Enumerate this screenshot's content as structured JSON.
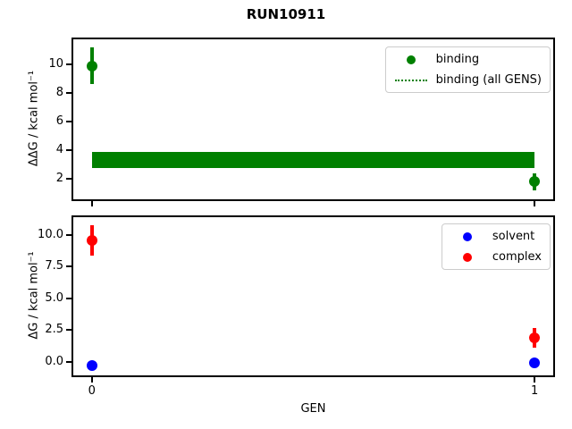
{
  "figure": {
    "background": "#ffffff"
  },
  "chart_data": {
    "type": "scatter",
    "title": "RUN10911",
    "xlabel": "GEN",
    "grid": false,
    "subplots": [
      {
        "name": "binding-energies",
        "ylabel": "ΔΔG / kcal mol⁻¹",
        "xlim": [
          -0.042,
          1.042
        ],
        "ylim": [
          0.56,
          11.75
        ],
        "xticks": [
          0,
          1
        ],
        "xtick_labels": [
          "0",
          "1"
        ],
        "show_xtick_labels": false,
        "yticks": [
          2,
          4,
          6,
          8,
          10
        ],
        "ytick_labels": [
          "2",
          "4",
          "6",
          "8",
          "10"
        ],
        "legend_position": "upper right",
        "legend": [
          {
            "label": "binding",
            "handle": "dot",
            "color": "#008000"
          },
          {
            "label": "binding (all GENS)",
            "handle": "dotted-line",
            "color": "#008000"
          }
        ],
        "band": {
          "name": "binding-all-gens",
          "x0": 0,
          "x1": 1,
          "y": 3.3,
          "err": 0.55,
          "color": "#008000"
        },
        "series": [
          {
            "name": "binding",
            "color": "#008000",
            "marker": "circle",
            "points": [
              {
                "x": 0,
                "y": 9.9,
                "err": 1.3
              },
              {
                "x": 1,
                "y": 1.8,
                "err": 0.6
              }
            ]
          }
        ]
      },
      {
        "name": "free-energies",
        "ylabel": "ΔG / kcal mol⁻¹",
        "xlim": [
          -0.042,
          1.042
        ],
        "ylim": [
          -1.06,
          11.41
        ],
        "xticks": [
          0,
          1
        ],
        "xtick_labels": [
          "0",
          "1"
        ],
        "show_xtick_labels": true,
        "yticks": [
          0,
          2.5,
          5,
          7.5,
          10
        ],
        "ytick_labels": [
          "0.0",
          "2.5",
          "5.0",
          "7.5",
          "10.0"
        ],
        "legend_position": "upper right",
        "legend": [
          {
            "label": "solvent",
            "handle": "dot",
            "color": "#0000ff"
          },
          {
            "label": "complex",
            "handle": "dot",
            "color": "#ff0000"
          }
        ],
        "series": [
          {
            "name": "solvent",
            "color": "#0000ff",
            "marker": "circle",
            "points": [
              {
                "x": 0,
                "y": -0.3,
                "err": 0.1
              },
              {
                "x": 1,
                "y": -0.1,
                "err": 0.1
              }
            ]
          },
          {
            "name": "complex",
            "color": "#ff0000",
            "marker": "circle",
            "points": [
              {
                "x": 0,
                "y": 9.6,
                "err": 1.2
              },
              {
                "x": 1,
                "y": 1.9,
                "err": 0.8
              }
            ]
          }
        ]
      }
    ]
  }
}
